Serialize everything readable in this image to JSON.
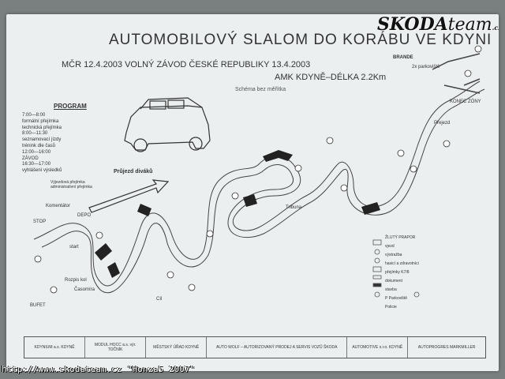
{
  "title": "AUTOMOBILOVÝ SLALOM DO KORÁBU VE KDYNI",
  "subtitle": "MČR 12.4.2003 VOLNÝ ZÁVOD ČESKÉ REPUBLIKY 13.4.2003",
  "organizer": "AMK KDYNĚ–DÉLKA 2.2Km",
  "scale_note": "Schéma bez měřítka",
  "brand": {
    "name": "SKODA",
    "suffix": "team",
    "tld": ".cz"
  },
  "brandlabel": "BRANDE",
  "program": {
    "heading": "PROGRAM",
    "lines": [
      "7:00—8:00",
      "formální přejímka",
      "technická přejímka",
      "8:00—11:30",
      "seznamovací jízdy",
      "trénink dle časů",
      "12:00—16:00",
      "ZÁVOD",
      "16:30—17:00",
      "vyhlášení výsledků"
    ]
  },
  "map_labels": {
    "prujezd": "Průjezd diváků",
    "vyjezd": "Výjezdová přejímka administrativní přejímka",
    "komentator": "Komentátor",
    "depo": "DEPO",
    "stop": "STOP",
    "start": "start",
    "bufet": "BUFET",
    "rozpis": "Rozpis kol",
    "casomira": "Časomíra",
    "cil": "Cíl",
    "tribuna": "Tribuna",
    "parkoviste": "2x parkoviště",
    "konec": "KONEC ZÓNY",
    "prejezd": "Přejezd"
  },
  "legend": {
    "items": [
      "ŽLUTÝ PRAPOR",
      "vjezd",
      "výstražba",
      "hasicí a zdravotníci",
      "přejímky K7/8",
      "dokument",
      "stavba",
      "P Parkoviště",
      "Policie"
    ]
  },
  "footer": [
    "KDYNIUM a.s. KDYNĚ",
    "MODUL HOCC a.s. výr. TOČNÍK",
    "MĚSTSKÝ ÚŘAD KDYNĚ",
    "AUTO WOLF – AUTORIZOVANÝ PRODEJ A SERVIS VOZŮ ŠKODA",
    "AUTOMOTIVE s.r.o. KDYNĚ",
    "AUTOPROGRES MARKMILLER"
  ],
  "watermark": "http://www.skodateam.cz \"Honza5 2007\""
}
